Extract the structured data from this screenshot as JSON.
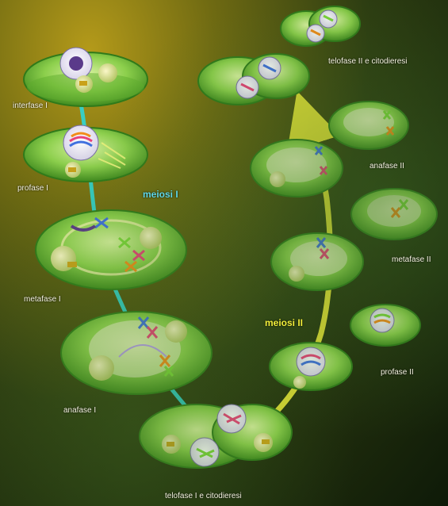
{
  "titles": {
    "meiosis_1": "meiosi I",
    "meiosis_2": "meiosi II"
  },
  "stages": {
    "interphase_1": "interfase I",
    "prophase_1": "profase I",
    "metaphase_1": "metafase I",
    "anaphase_1": "anafase I",
    "telophase_1": "telofase I e citodieresi",
    "prophase_2": "profase II",
    "metaphase_2": "metafase II",
    "anaphase_2": "anafase II",
    "telophase_2": "telofase II e citodieresi"
  },
  "colors": {
    "meiosis_1_path": "#2fd6d6",
    "meiosis_2_path": "#f2ee3a",
    "cell_green": "#6dbb3a"
  }
}
